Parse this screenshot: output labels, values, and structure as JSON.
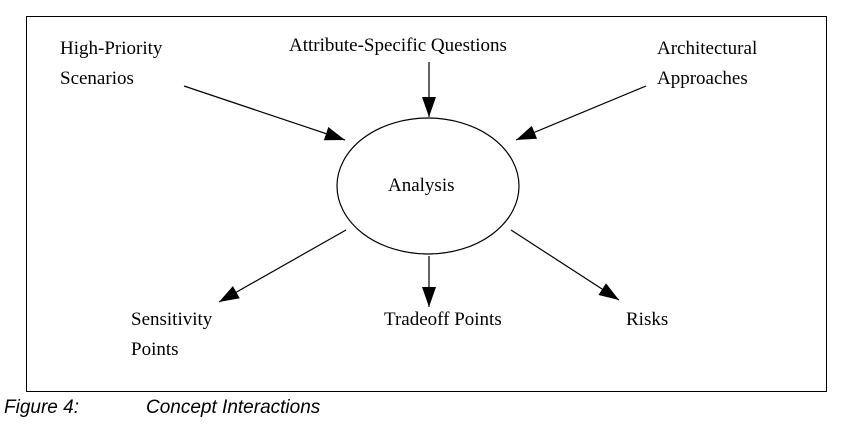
{
  "diagram": {
    "center": "Analysis",
    "inputs": {
      "scenarios": [
        "High-Priority",
        "Scenarios"
      ],
      "questions": "Attribute-Specific Questions",
      "approaches": [
        "Architectural",
        "Approaches"
      ]
    },
    "outputs": {
      "sensitivity": [
        "Sensitivity",
        "Points"
      ],
      "tradeoff": "Tradeoff Points",
      "risks": "Risks"
    }
  },
  "caption": {
    "number": "Figure 4:",
    "title": "Concept Interactions"
  }
}
